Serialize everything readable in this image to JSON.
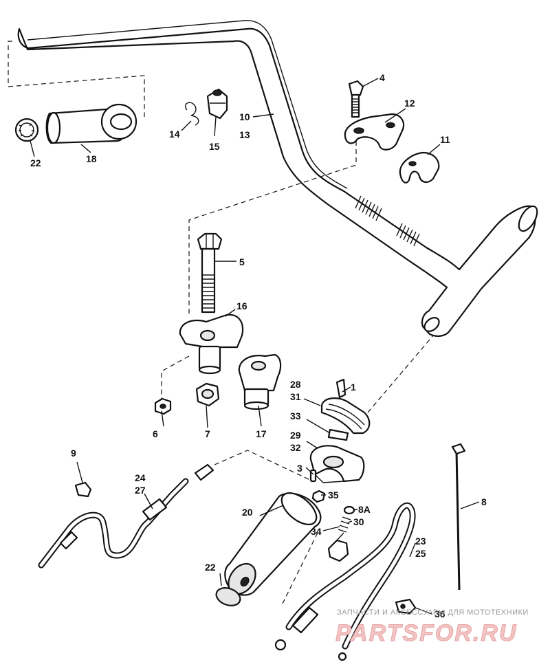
{
  "callouts": [
    {
      "id": "c1",
      "text": "1"
    },
    {
      "id": "c3",
      "text": "3"
    },
    {
      "id": "c4",
      "text": "4"
    },
    {
      "id": "c5",
      "text": "5"
    },
    {
      "id": "c6",
      "text": "6"
    },
    {
      "id": "c7",
      "text": "7"
    },
    {
      "id": "c8",
      "text": "8"
    },
    {
      "id": "c8a",
      "text": "8A"
    },
    {
      "id": "c9",
      "text": "9"
    },
    {
      "id": "c10",
      "text": "10"
    },
    {
      "id": "c13",
      "text": "13"
    },
    {
      "id": "c11",
      "text": "11"
    },
    {
      "id": "c12",
      "text": "12"
    },
    {
      "id": "c14",
      "text": "14"
    },
    {
      "id": "c15",
      "text": "15"
    },
    {
      "id": "c16",
      "text": "16"
    },
    {
      "id": "c17",
      "text": "17"
    },
    {
      "id": "c18",
      "text": "18"
    },
    {
      "id": "c20",
      "text": "20"
    },
    {
      "id": "c22a",
      "text": "22"
    },
    {
      "id": "c22b",
      "text": "22"
    },
    {
      "id": "c23",
      "text": "23"
    },
    {
      "id": "c25",
      "text": "25"
    },
    {
      "id": "c24",
      "text": "24"
    },
    {
      "id": "c27",
      "text": "27"
    },
    {
      "id": "c28",
      "text": "28"
    },
    {
      "id": "c31",
      "text": "31"
    },
    {
      "id": "c29",
      "text": "29"
    },
    {
      "id": "c32",
      "text": "32"
    },
    {
      "id": "c30",
      "text": "30"
    },
    {
      "id": "c33",
      "text": "33"
    },
    {
      "id": "c34",
      "text": "34"
    },
    {
      "id": "c35",
      "text": "35"
    },
    {
      "id": "c36",
      "text": "36"
    }
  ],
  "watermark": {
    "caption": "ЗАПЧАСТИ И АКСЕССУАРЫ ДЛЯ МОТОТЕХНИКИ",
    "brand": "PARTSFOR.RU"
  }
}
